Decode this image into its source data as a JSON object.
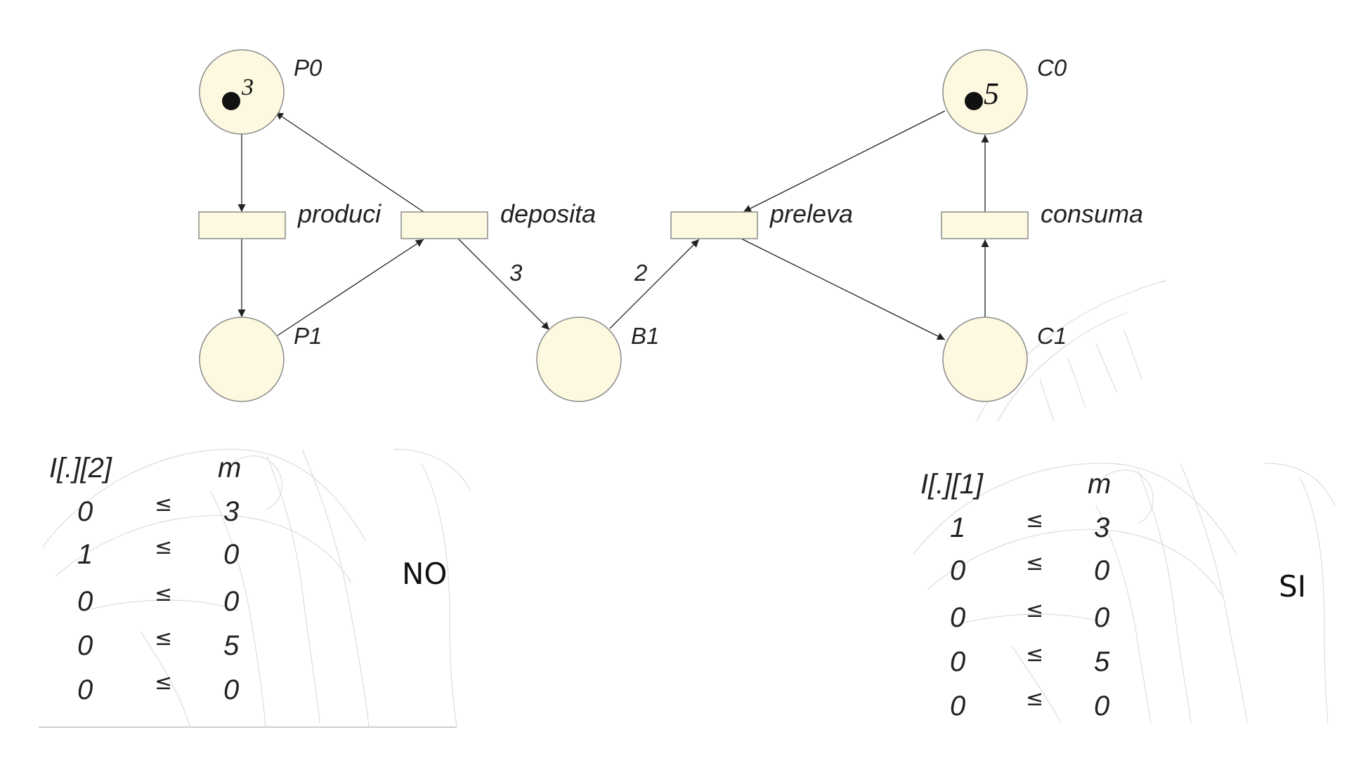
{
  "colors": {
    "node_fill": "#fdf9e0",
    "node_stroke": "#8a8a8a",
    "arc": "#222222",
    "watermark": "#dcdcdc"
  },
  "places": {
    "P0": {
      "name": "P0",
      "tokens": "3"
    },
    "C0": {
      "name": "C0",
      "tokens": "5"
    },
    "P1": {
      "name": "P1"
    },
    "B1": {
      "name": "B1"
    },
    "C1": {
      "name": "C1"
    }
  },
  "transitions": {
    "produci": "produci",
    "deposita": "deposita",
    "preleva": "preleva",
    "consuma": "consuma"
  },
  "arc_weights": {
    "deposita_B1": "3",
    "B1_preleva": "2"
  },
  "left_table": {
    "header_col1": "I[.][2]",
    "header_col2": "m",
    "leq": "≤",
    "rows": [
      {
        "i": "0",
        "m": "3"
      },
      {
        "i": "1",
        "m": "0"
      },
      {
        "i": "0",
        "m": "0"
      },
      {
        "i": "0",
        "m": "5"
      },
      {
        "i": "0",
        "m": "0"
      }
    ],
    "verdict": "NO"
  },
  "right_table": {
    "header_col1": "I[.][1]",
    "header_col2": "m",
    "leq": "≤",
    "rows": [
      {
        "i": "1",
        "m": "3"
      },
      {
        "i": "0",
        "m": "0"
      },
      {
        "i": "0",
        "m": "0"
      },
      {
        "i": "0",
        "m": "5"
      },
      {
        "i": "0",
        "m": "0"
      }
    ],
    "verdict": "SI"
  }
}
